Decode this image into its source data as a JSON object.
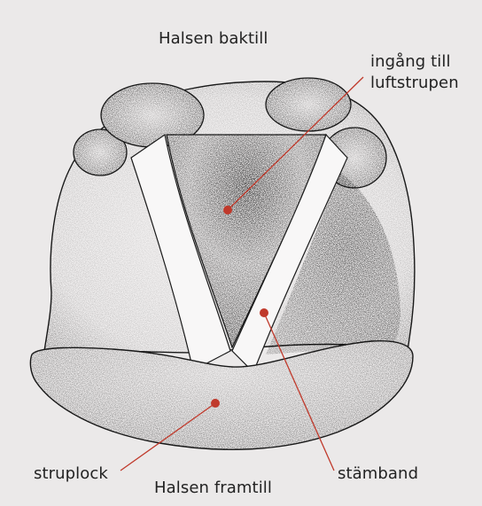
{
  "labels": {
    "top": "Halsen baktill",
    "bottom": "Halsen framtill",
    "airway_line1": "ingång till",
    "airway_line2": "luftstrupen",
    "epiglottis": "struplock",
    "vocal_cords": "stämband"
  },
  "colors": {
    "background": "#ebe9e9",
    "pointer": "#c0392b",
    "ink": "#1a1a1a"
  }
}
